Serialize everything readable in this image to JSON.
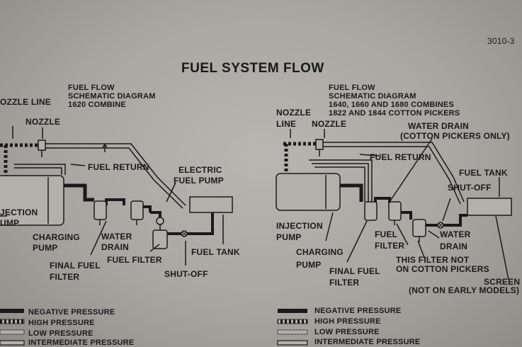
{
  "page_number": "3010-3",
  "title": "FUEL SYSTEM FLOW",
  "left_diagram": {
    "heading": [
      "FUEL FLOW",
      "SCHEMATIC DIAGRAM",
      "1620 COMBINE"
    ],
    "labels": {
      "nozzle_line": "OZZLE LINE",
      "nozzle": "NOZZLE",
      "fuel_return": "FUEL RETURN",
      "electric_fuel_pump_1": "ELECTRIC",
      "electric_fuel_pump_2": "FUEL PUMP",
      "injection_1": "JECTION",
      "injection_2": "UMP",
      "charging_pump_1": "CHARGING",
      "charging_pump_2": "PUMP",
      "water_drain_1": "WATER",
      "water_drain_2": "DRAIN",
      "final_fuel_filter_1": "FINAL FUEL",
      "final_fuel_filter_2": "FILTER",
      "fuel_filter": "FUEL FILTER",
      "fuel_tank": "FUEL TANK",
      "shut_off": "SHUT-OFF"
    },
    "legend": [
      "NEGATIVE PRESSURE",
      "HIGH PRESSURE",
      "LOW PRESSURE",
      "INTERMEDIATE PRESSURE"
    ]
  },
  "right_diagram": {
    "heading": [
      "FUEL FLOW",
      "SCHEMATIC DIAGRAM",
      "1640, 1660 AND 1680 COMBINES",
      "1822 AND 1844 COTTON PICKERS"
    ],
    "labels": {
      "nozzle_line_1": "NOZZLE",
      "nozzle_line_2": "LINE",
      "nozzle": "NOZZLE",
      "water_drain_top_1": "WATER DRAIN",
      "water_drain_top_2": "(COTTON PICKERS ONLY)",
      "fuel_return": "FUEL RETURN",
      "fuel_tank": "FUEL TANK",
      "shut_off": "SHUT-OFF",
      "injection_pump_1": "INJECTION",
      "injection_pump_2": "PUMP",
      "charging_pump_1": "CHARGING",
      "charging_pump_2": "PUMP",
      "fuel_filter_1": "FUEL",
      "fuel_filter_2": "FILTER",
      "water_drain_1": "WATER",
      "water_drain_2": "DRAIN",
      "final_fuel_filter_1": "FINAL FUEL",
      "final_fuel_filter_2": "FILTER",
      "this_filter_1": "THIS FILTER NOT",
      "this_filter_2": "ON COTTON PICKERS",
      "screen_1": "SCREEN",
      "screen_2": "(NOT ON EARLY MODELS)"
    },
    "legend": [
      "NEGATIVE PRESSURE",
      "HIGH PRESSURE",
      "LOW PRESSURE",
      "INTERMEDIATE PRESSURE"
    ]
  },
  "colors": {
    "ink": "#1a1a1a",
    "paper": "#b3b0ab"
  }
}
